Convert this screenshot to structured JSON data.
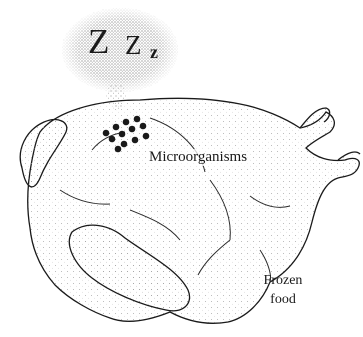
{
  "labels": {
    "z1": "Z",
    "z2": "Z",
    "z3": "z",
    "microorganisms": "Microorganisms",
    "frozen": "Frozen",
    "food": "food"
  },
  "colors": {
    "ink": "#1a1a1a",
    "stipple": "#7a7a7a",
    "background": "#ffffff"
  }
}
